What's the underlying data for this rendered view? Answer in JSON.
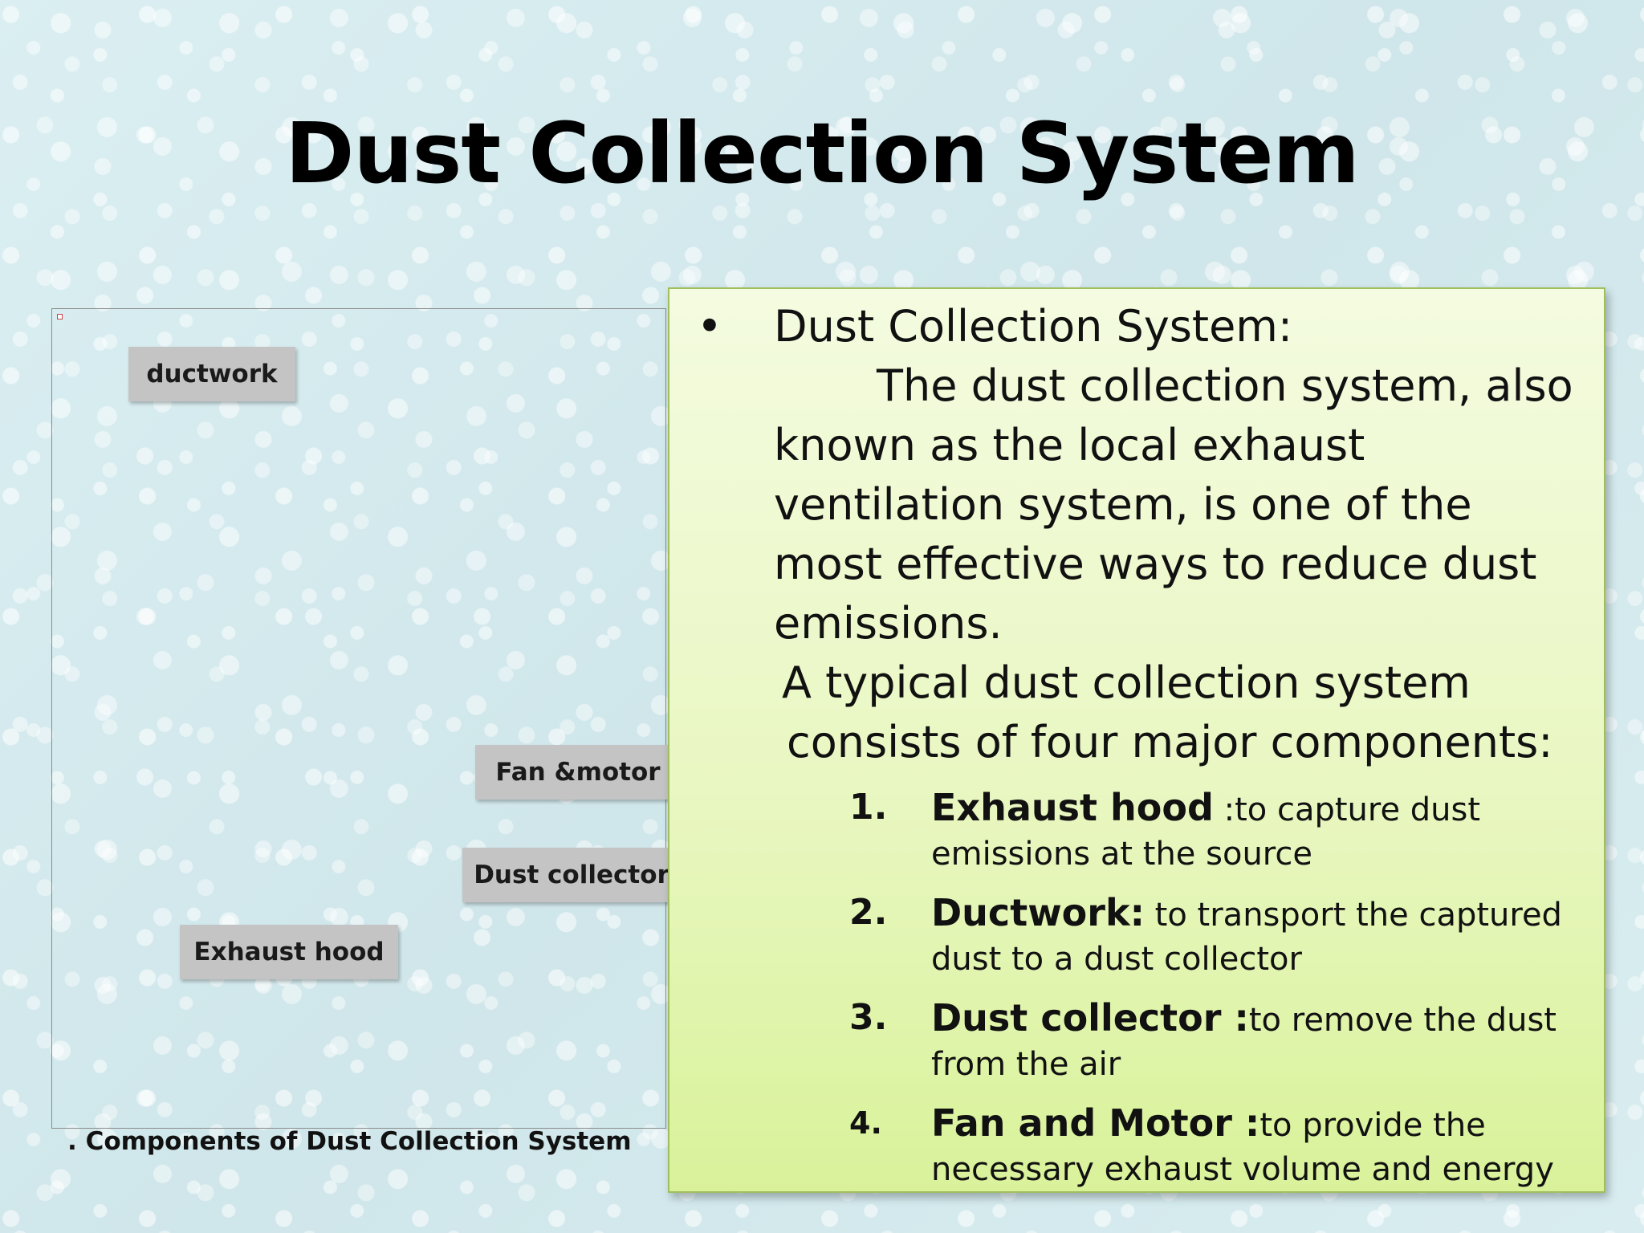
{
  "slide": {
    "title": "Dust Collection System"
  },
  "figure": {
    "labels": {
      "ductwork": "ductwork",
      "fan_motor": "Fan &motor",
      "dust_collector": "Dust collector",
      "exhaust_hood": "Exhaust hood"
    },
    "caption": ". Components of Dust Collection System"
  },
  "content": {
    "bullet_heading": "Dust Collection System:",
    "paragraph1": "The dust collection system, also known as the local exhaust ventilation system, is one of the most effective ways to reduce dust emissions.",
    "paragraph2": "A typical dust collection system consists of four major components:",
    "items": [
      {
        "number": "1.",
        "term": "Exhaust hood",
        "desc_inline": " :to capture dust",
        "desc_cont": "emissions at the source"
      },
      {
        "number": "2.",
        "term": "Ductwork:",
        "desc_inline": " to transport the captured",
        "desc_cont": "dust to a dust collector"
      },
      {
        "number": "3.",
        "term": "Dust collector :",
        "desc_inline": "to remove the dust",
        "desc_cont": "from the air"
      },
      {
        "number": "4.",
        "term": " Fan and Motor :",
        "desc_inline": "to provide the",
        "desc_cont": "necessary exhaust volume and energy"
      }
    ]
  }
}
